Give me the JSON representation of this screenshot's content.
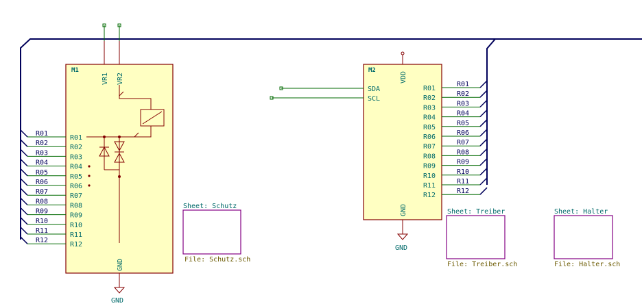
{
  "m1": {
    "ref": "M1",
    "top_pins": [
      "VR1",
      "VR2"
    ],
    "left_pins": [
      "R01",
      "R02",
      "R03",
      "R04",
      "R05",
      "R06",
      "R07",
      "R08",
      "R09",
      "R10",
      "R11",
      "R12"
    ],
    "bottom_pin": "GND",
    "gnd_label": "GND",
    "bus_labels": [
      "R01",
      "R02",
      "R03",
      "R04",
      "R05",
      "R06",
      "R07",
      "R08",
      "R09",
      "R10",
      "R11",
      "R12"
    ]
  },
  "m2": {
    "ref": "M2",
    "top_pin": "VDD",
    "left_pins": [
      "SDA",
      "SCL"
    ],
    "right_pins": [
      "R01",
      "R02",
      "R03",
      "R04",
      "R05",
      "R06",
      "R07",
      "R08",
      "R09",
      "R10",
      "R11",
      "R12"
    ],
    "bottom_pin": "GND",
    "gnd_label": "GND",
    "bus_labels": [
      "R01",
      "R02",
      "R03",
      "R04",
      "R05",
      "R06",
      "R07",
      "R08",
      "R09",
      "R10",
      "R11",
      "R12"
    ]
  },
  "sheets": [
    {
      "name": "Sheet: Schutz",
      "file": "File: Schutz.sch"
    },
    {
      "name": "Sheet: Treiber",
      "file": "File: Treiber.sch"
    },
    {
      "name": "Sheet: Halter",
      "file": "File: Halter.sch"
    }
  ],
  "colors": {
    "bus": "#00005a",
    "wire": "#006a00",
    "component_body": "#ffffc2",
    "component_outline": "#840000",
    "pin_text": "#006a6a",
    "sheet_border": "#840084",
    "sheet_file_text": "#6b5a00"
  }
}
